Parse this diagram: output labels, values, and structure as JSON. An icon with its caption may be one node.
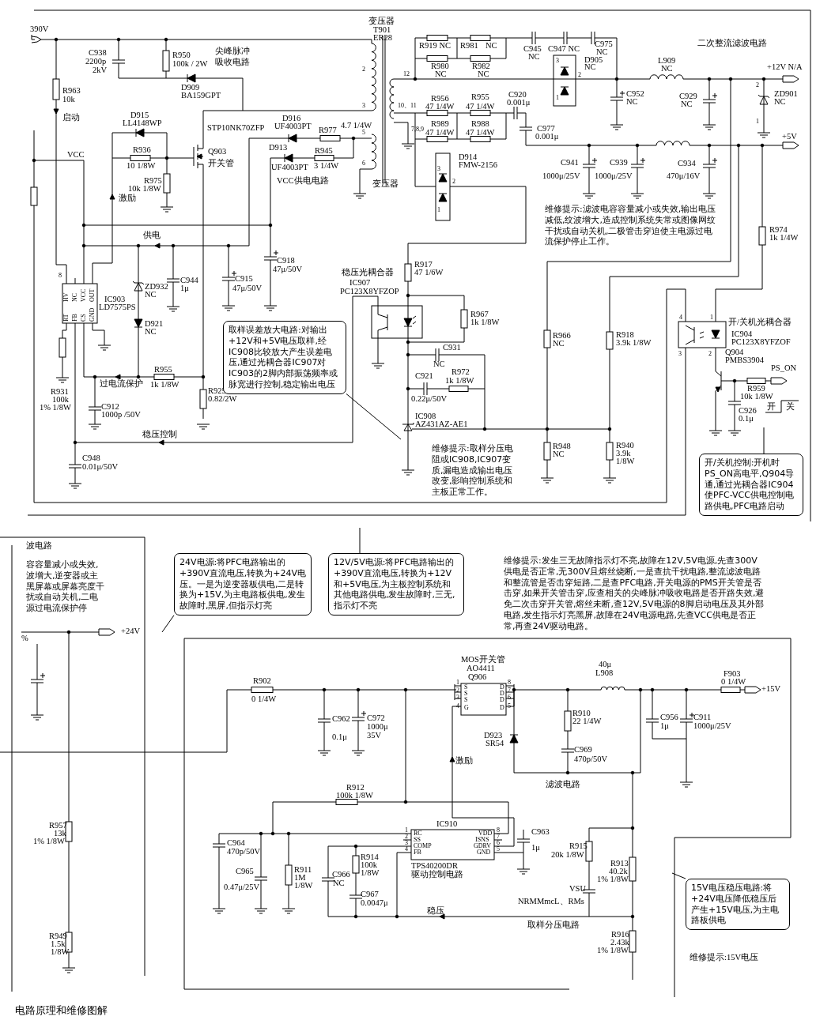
{
  "diagram": {
    "nodes": [
      {
        "text": [
          "取样误差放大电路:对输出+12V和+5V电压取样,经IC908比较放大产生误差电压,通过光耦合器IC907对IC903的2脚内部振荡频率或脉宽进行控制,稳定输出电压"
        ]
      },
      {
        "text": [
          "开/关机控制:开机时PS_ON高电平,Q904导通,通过光耦合器IC904使PFC-VCC供电控制电路供电,PFC电路启动"
        ]
      },
      {
        "text": [
          "24V电源:将PFC电路输出的+390V直流电压,转换为+24V电压。一是为逆变器板供电,二是转换为+15V,为主电路板供电,发生故障时,黑屏,但指示灯亮"
        ]
      },
      {
        "text": [
          "12V/5V电源:将PFC电路输出的+390V直流电压,转换为+12V和+5V电压,为主板控制系统和其他电路供电,发生故障时,三无,指示灯不亮"
        ]
      },
      {
        "text": [
          "15V电压稳压电路:将+24V电压降低稳压后产生+15V电压,为主电路板供电"
        ]
      }
    ],
    "edges": [
      {
        "from": 0,
        "to": null,
        "arrow": "none"
      },
      {
        "from": 1,
        "to": null,
        "arrow": "none"
      },
      {
        "from": 2,
        "to": null,
        "arrow": "none"
      },
      {
        "from": 3,
        "to": null,
        "arrow": "none"
      },
      {
        "from": 4,
        "to": null,
        "arrow": "none"
      }
    ],
    "labels": [
      "390V",
      "C938",
      "2200p",
      "2kV",
      "R950",
      "100k / 2W",
      "尖峰脉冲吸收电路",
      "变压器",
      "T901",
      "ER28",
      "2",
      "3",
      "R963",
      "10k",
      "启动",
      "D909",
      "BA159GPT",
      "D915",
      "LL4148WP",
      "STP10NK70ZFP",
      "D916",
      "UF4003PT",
      "R977",
      "4.7 1/4W",
      "5",
      "VCC",
      "R936",
      "10 1/8W",
      "Q903",
      "开关管",
      "D913",
      "R945",
      "UF4003PT",
      "3 1/4W",
      "6",
      "R975",
      "10k 1/8W",
      "VCC供电电路",
      "变压器",
      "激励",
      "供电",
      "12",
      "10、11",
      "7,8,9",
      "R919 NC",
      "R981",
      "NC",
      "R980",
      "NC",
      "R982",
      "NC",
      "C945",
      "NC",
      "C947 NC",
      "C975",
      "NC",
      "D905",
      "NC",
      "3",
      "2",
      "1",
      "二次整流滤波电路",
      "L909",
      "NC",
      "+12V N/A",
      "C952",
      "NC",
      "C929",
      "NC",
      "ZD901",
      "NC",
      "2",
      "1",
      "R956",
      "47 1/4W",
      "R955",
      "47 1/4W",
      "C920",
      "0.001μ",
      "R989",
      "47 1/4W",
      "R988",
      "47 1/4W",
      "C977",
      "0.001μ",
      "+5V",
      "D914",
      "FMW-2156",
      "3",
      "2",
      "1",
      "C941",
      "1000μ/25V",
      "C939",
      "1000μ/25V",
      "C934",
      "470μ/16V",
      "维修提示:滤波电容容量减小或失效,输出电压减低,纹波增大,造成控制系统失常或图像网纹干扰或自动关机,二极管击穿迫使主电源过电流保护停止工作。",
      "R974",
      "1k 1/4W",
      "HV",
      "NC",
      "VCC",
      "OUT",
      "RT",
      "FB",
      "CS",
      "GND",
      "8",
      "IC903",
      "LD7575PS",
      "ZD932",
      "NC",
      "C944",
      "1μ",
      "C915",
      "47μ/50V",
      "C918",
      "47μ/50V",
      "D921",
      "NC",
      "稳压光耦合器",
      "IC907",
      "PC123X8YFZOP",
      "R955",
      "过电流保护",
      "1k 1/8W",
      "R931",
      "100k",
      "1% 1/8W",
      "R925",
      "0.82/2W",
      "C912",
      "1000p /50V",
      "稳压控制",
      "C948",
      "0.01μ/50V",
      "R917",
      "47 1/6W",
      "R967",
      "1k 1/8W",
      "C931",
      "NC",
      "C921",
      "0.22μ/50V",
      "R972",
      "1k 1/8W",
      "IC908",
      "AZ431AZ-AE1",
      "R966",
      "NC",
      "R918",
      "3.9k 1/8W",
      "开/关机光耦合器",
      "IC904",
      "PC123X8YFZOF",
      "4",
      "1",
      "3",
      "2",
      "Q904",
      "PMBS3904",
      "PS_ON",
      "R959",
      "10k 1/8W",
      "开",
      "关",
      "C926",
      "0.1μ",
      "R948",
      "NC",
      "R940",
      "3.9k",
      "1/8W",
      "维修提示:取样分压电阻或IC908,IC907变质,漏电造成输出电压改变,影响控制系统和主板正常工作。",
      "波电路",
      "容容量减小或失效,波增大,逆变器或主黑屏幕或屏幕亮度干扰或自动关机,二电源过电流保护停",
      "%",
      "+24V",
      "维修提示:发生三无故障指示灯不亮,故障在12V,5V电源,先查300V供电是否正常,无300V且熔丝烧断,一是查抗干扰电路,整流滤波电路和整流管是否击穿短路,二是查PFC电路,开关电源的PMS开关管是否击穿,如果开关管击穿,应查相关的尖峰脉冲吸收电路是否开路失效,避免二次击穿开关管,熔丝未断,查12V,5V电源的8脚启动电压及其外部电路,发生指示灯亮黑屏,故障在24V电源电路,先查VCC供电是否正常,再查24V驱动电路。",
      "MOS开关管",
      "AO4411",
      "Q906",
      "S",
      "S",
      "S",
      "G",
      "D",
      "D",
      "D",
      "D",
      "1",
      "2",
      "3",
      "4",
      "8",
      "7",
      "6",
      "5",
      "40μ",
      "L908",
      "F903",
      "0 1/4W",
      "+15V",
      "R902",
      "0 1/4W",
      "C962",
      "0.1μ",
      "C972",
      "1000μ",
      "35V",
      "R910",
      "22 1/4W",
      "C956",
      "1μ",
      "C911",
      "1000μ/25V",
      "D923",
      "SR54",
      "激励",
      "C969",
      "470p/50V",
      "滤波电路",
      "R912",
      "100k 1/8W",
      "IC910",
      "RC",
      "SS",
      "COMP",
      "FB",
      "VDD",
      "ISNS",
      "GDRV",
      "GND",
      "1",
      "2",
      "3",
      "4",
      "8",
      "7",
      "6",
      "5",
      "TPS40200DR",
      "驱动控制电路",
      "C963",
      "1μ",
      "C964",
      "470p/50V",
      "C965",
      "0.47μ/25V",
      "R911",
      "1M",
      "1/8W",
      "C966",
      "NC",
      "R914",
      "100k",
      "1/8W",
      "C967",
      "0.0047μ",
      "R915",
      "20k 1/8W",
      "R913",
      "40.2k",
      "1% 1/8W",
      "VSU",
      "NRMMmcL、RMs",
      "稳压",
      "取样分压电路",
      "R916",
      "2.43k",
      "1% 1/8W",
      "维修提示:15V电压",
      "R957",
      "13k",
      "1% 1/8W",
      "R949",
      "1.5k",
      "1/8W",
      "电路原理和维修图解"
    ]
  }
}
